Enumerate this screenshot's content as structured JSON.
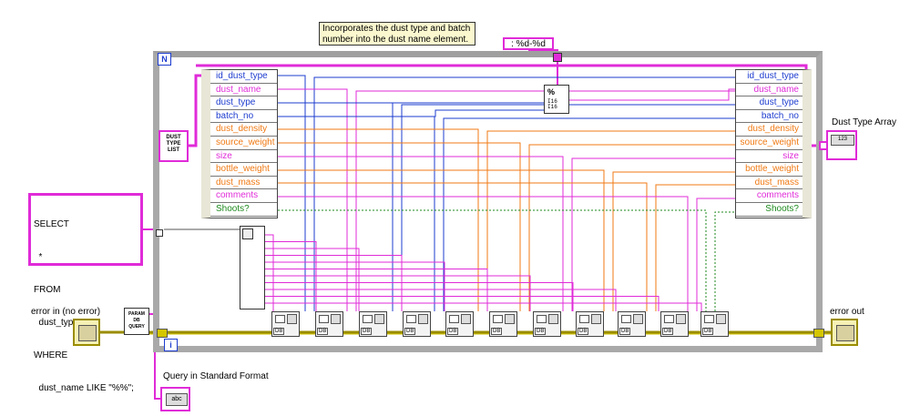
{
  "comment": {
    "line1": "Incorporates the dust type and batch",
    "line2": "number into the dust name element."
  },
  "format_string": ": %d-%d",
  "loop": {
    "n_label": "N",
    "i_label": "i"
  },
  "dust_type_list": {
    "line1": "DUST",
    "line2": "TYPE",
    "line3": "LIST"
  },
  "input_fields": [
    "id_dust_type",
    "dust_name",
    "dust_type",
    "batch_no",
    "dust_density",
    "source_weight",
    "size",
    "bottle_weight",
    "dust_mass",
    "comments",
    "Shoots?"
  ],
  "output_fields": [
    "id_dust_type",
    "dust_name",
    "dust_type",
    "batch_no",
    "dust_density",
    "source_weight",
    "size",
    "bottle_weight",
    "dust_mass",
    "comments",
    "Shoots?"
  ],
  "field_colors": [
    "#1d3ccf",
    "#e02bd8",
    "#1d3ccf",
    "#1d3ccf",
    "#f07a14",
    "#f07a14",
    "#e02bd8",
    "#f07a14",
    "#f07a14",
    "#e02bd8",
    "#1e8a1e"
  ],
  "sql": {
    "lines": [
      "SELECT",
      "  *",
      "FROM",
      "  dust_type",
      "WHERE",
      "  dust_name LIKE \"%%\";"
    ]
  },
  "labels": {
    "error_in": "error in (no error)",
    "error_out": "error out",
    "dust_type_array": "Dust Type Array",
    "query_standard": "Query in Standard Format"
  },
  "param_query": {
    "line1": "PARAM",
    "line2": "DB",
    "line3": "QUERY"
  },
  "query_terminal_text": "abc",
  "db_tag": "DB",
  "colors": {
    "string": "#e02bd8",
    "integer": "#1d3ccf",
    "double": "#f07a14",
    "boolean": "#1e8a1e",
    "error": "#9a8d00",
    "loop": "#a9a9a9"
  }
}
